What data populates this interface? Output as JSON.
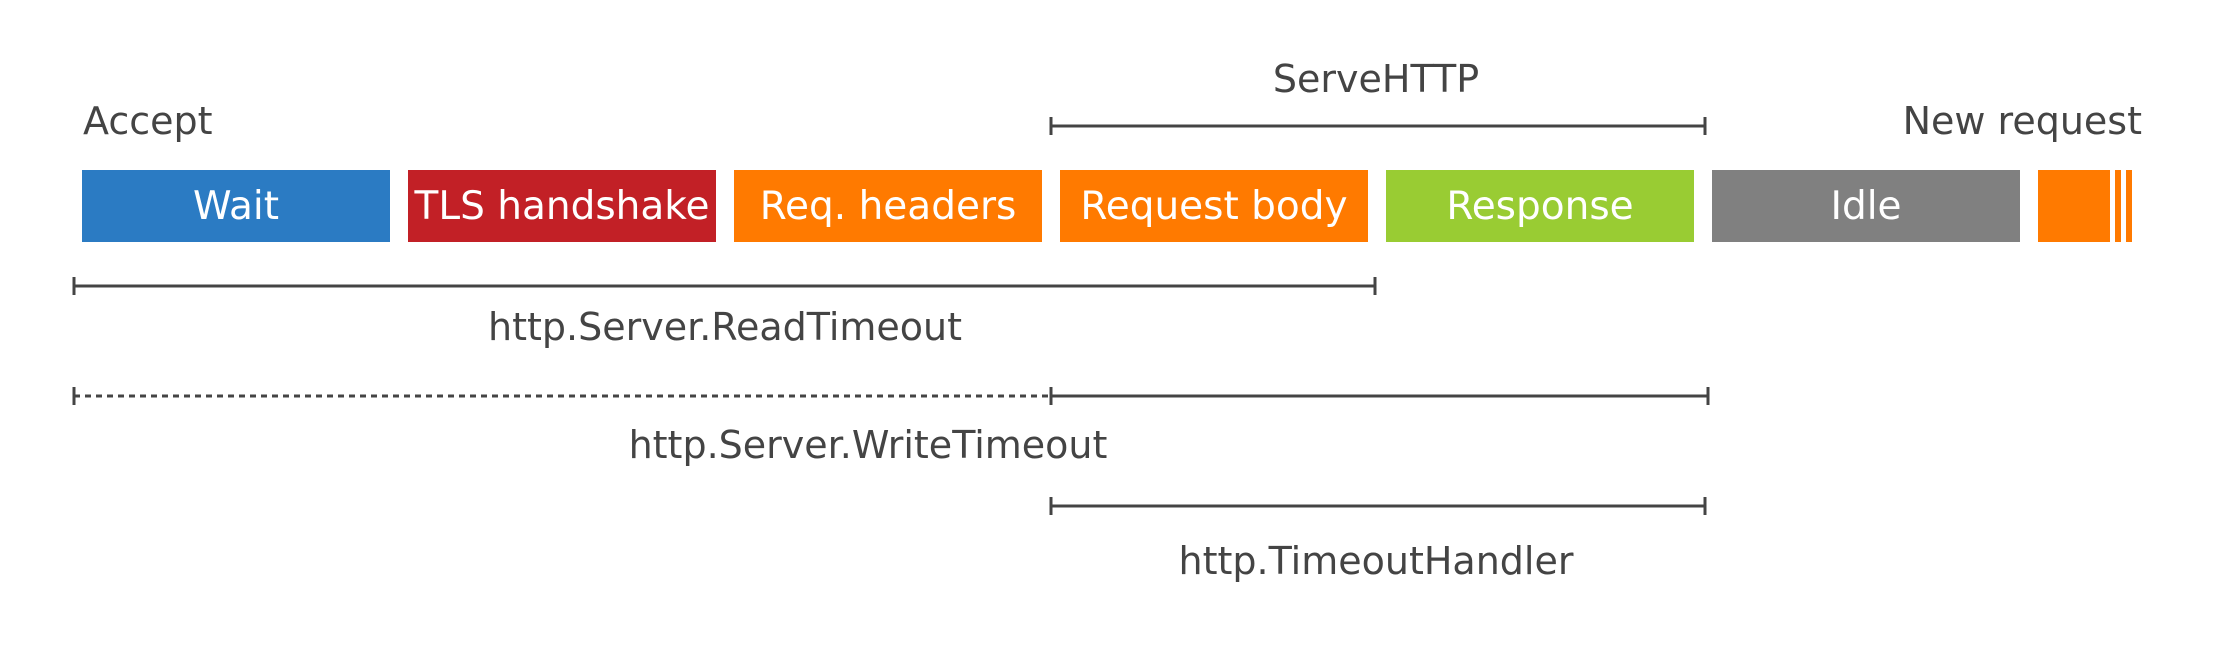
{
  "top_labels": {
    "accept": "Accept",
    "serve_http": "ServeHTTP",
    "new_request": "New request"
  },
  "blocks": [
    {
      "label": "Wait",
      "color": "#2b7bc3"
    },
    {
      "label": "TLS handshake",
      "color": "#c22026"
    },
    {
      "label": "Req. headers",
      "color": "#ff7a00"
    },
    {
      "label": "Request body",
      "color": "#ff7a00"
    },
    {
      "label": "Response",
      "color": "#99cc33"
    },
    {
      "label": "Idle",
      "color": "#808080"
    }
  ],
  "next_request_color": "#ff7a00",
  "timeouts": {
    "read_timeout": "http.Server.ReadTimeout",
    "write_timeout": "http.Server.WriteTimeout",
    "timeout_handler": "http.TimeoutHandler"
  },
  "line_color": "#444444"
}
